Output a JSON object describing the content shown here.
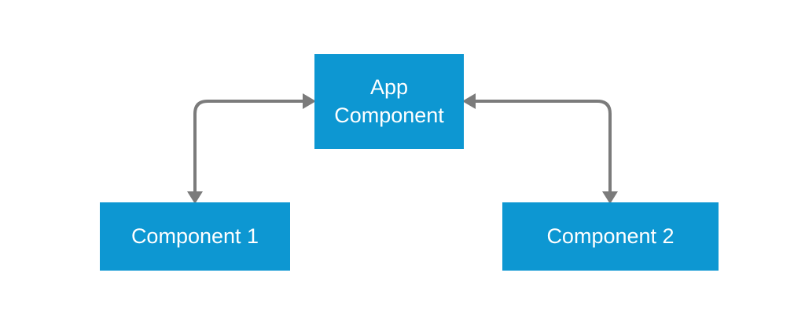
{
  "diagram": {
    "node_color": "#0d97d2",
    "text_color": "#ffffff",
    "connector_color": "#7b7b7b",
    "nodes": {
      "app": {
        "label": "App\nComponent"
      },
      "component1": {
        "label": "Component 1"
      },
      "component2": {
        "label": "Component 2"
      }
    },
    "edges": [
      {
        "from": "app",
        "to": "component1",
        "bidirectional": true
      },
      {
        "from": "app",
        "to": "component2",
        "bidirectional": true
      }
    ]
  }
}
